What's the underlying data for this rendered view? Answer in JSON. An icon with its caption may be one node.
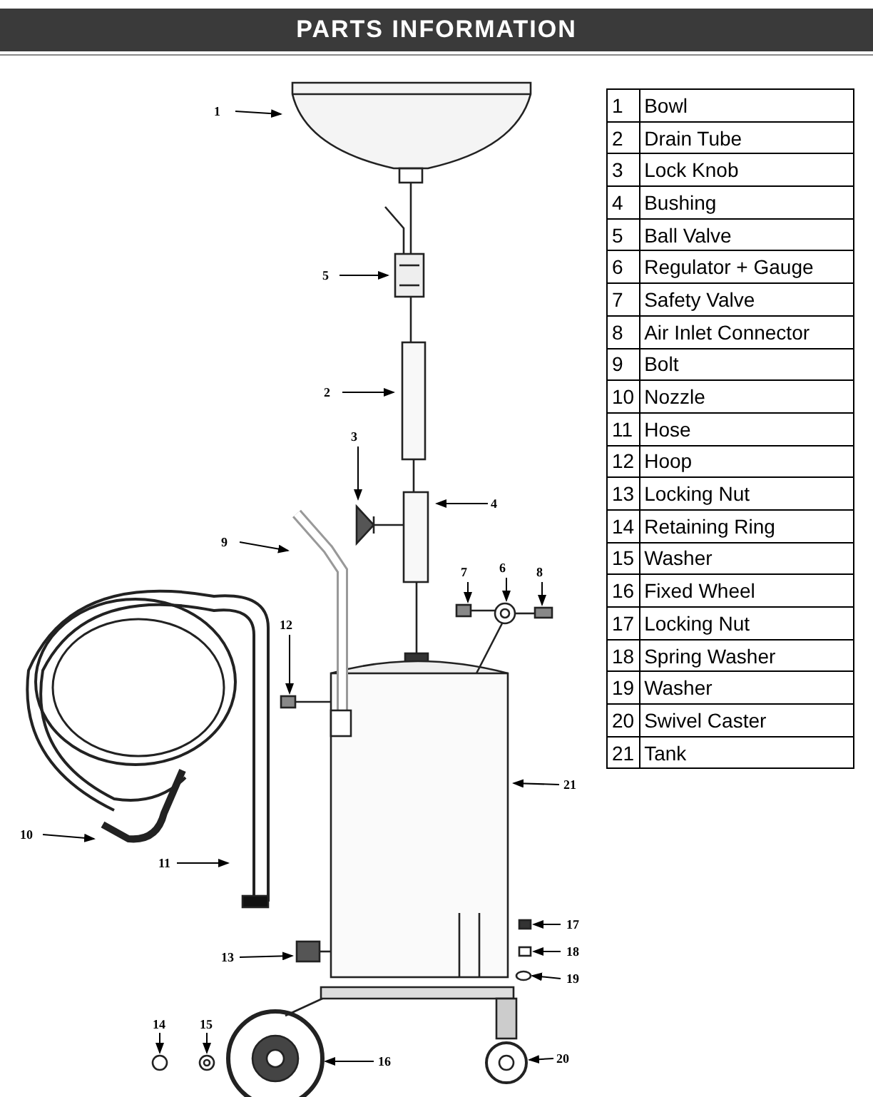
{
  "diagram": {
    "title": "PARTS INFORMATION",
    "nodes": [
      {
        "text": [
          "1"
        ]
      },
      {
        "text": [
          "5"
        ]
      },
      {
        "text": [
          "2"
        ]
      },
      {
        "text": [
          "3"
        ]
      },
      {
        "text": [
          "4"
        ]
      },
      {
        "text": [
          "9"
        ]
      },
      {
        "text": [
          "7"
        ]
      },
      {
        "text": [
          "6"
        ]
      },
      {
        "text": [
          "8"
        ]
      },
      {
        "text": [
          "12"
        ]
      },
      {
        "text": [
          "21"
        ]
      },
      {
        "text": [
          "10"
        ]
      },
      {
        "text": [
          "11"
        ]
      },
      {
        "text": [
          "13"
        ]
      },
      {
        "text": [
          "17"
        ]
      },
      {
        "text": [
          "18"
        ]
      },
      {
        "text": [
          "19"
        ]
      },
      {
        "text": [
          "14"
        ]
      },
      {
        "text": [
          "15"
        ]
      },
      {
        "text": [
          "16"
        ]
      },
      {
        "text": [
          "20"
        ]
      }
    ],
    "edges": [
      {
        "from": 0,
        "to": null,
        "arrow": "to"
      },
      {
        "from": 1,
        "to": null,
        "arrow": "to"
      },
      {
        "from": 2,
        "to": null,
        "arrow": "to"
      },
      {
        "from": 3,
        "to": null,
        "arrow": "to"
      },
      {
        "from": 4,
        "to": null,
        "arrow": "to"
      },
      {
        "from": 5,
        "to": null,
        "arrow": "to"
      },
      {
        "from": 6,
        "to": null,
        "arrow": "to"
      },
      {
        "from": 7,
        "to": null,
        "arrow": "to"
      },
      {
        "from": 8,
        "to": null,
        "arrow": "to"
      },
      {
        "from": 9,
        "to": null,
        "arrow": "to"
      },
      {
        "from": 10,
        "to": null,
        "arrow": "to"
      },
      {
        "from": 11,
        "to": null,
        "arrow": "to"
      },
      {
        "from": 12,
        "to": null,
        "arrow": "to"
      },
      {
        "from": 13,
        "to": null,
        "arrow": "to"
      },
      {
        "from": 14,
        "to": null,
        "arrow": "to"
      },
      {
        "from": 15,
        "to": null,
        "arrow": "to"
      },
      {
        "from": 16,
        "to": null,
        "arrow": "to"
      },
      {
        "from": 17,
        "to": null,
        "arrow": "to"
      },
      {
        "from": 18,
        "to": null,
        "arrow": "to"
      },
      {
        "from": 19,
        "to": null,
        "arrow": "to"
      },
      {
        "from": 20,
        "to": null,
        "arrow": "to"
      }
    ],
    "labels": [
      "1",
      "Bowl",
      "2",
      "Drain Tube",
      "3",
      "Lock Knob",
      "4",
      "Bushing",
      "5",
      "Ball Valve",
      "6",
      "Regulator + Gauge",
      "7",
      "Safety Valve",
      "8",
      "Air Inlet Connector",
      "9",
      "Bolt",
      "10",
      "Nozzle",
      "11",
      "Hose",
      "12",
      "Hoop",
      "13",
      "Locking Nut",
      "14",
      "Retaining Ring",
      "15",
      "Washer",
      "16",
      "Fixed Wheel",
      "17",
      "Locking Nut",
      "18",
      "Spring Washer",
      "19",
      "Washer",
      "20",
      "Swivel Caster",
      "21",
      "Tank"
    ]
  }
}
